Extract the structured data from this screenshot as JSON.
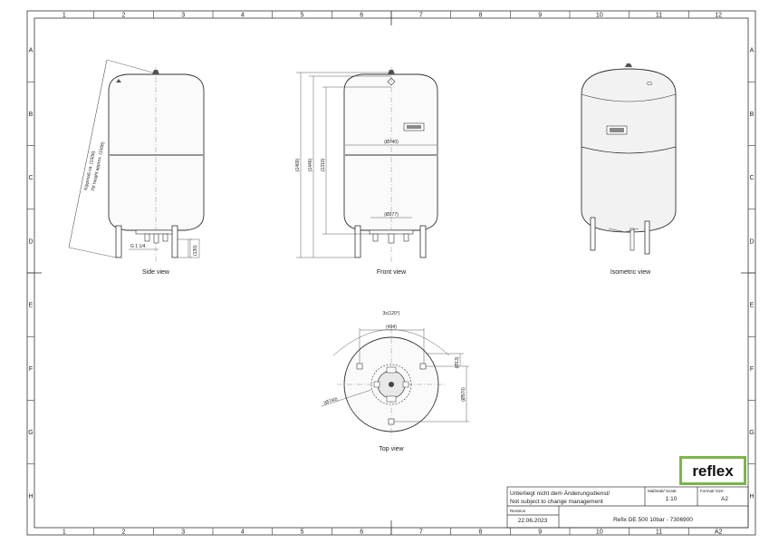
{
  "grid": {
    "columns": [
      "1",
      "2",
      "3",
      "4",
      "5",
      "6",
      "7",
      "8",
      "9",
      "10",
      "11",
      "12"
    ],
    "rows": [
      "A",
      "B",
      "C",
      "D",
      "E",
      "F",
      "G",
      "H"
    ],
    "bottom_right_code": "A2"
  },
  "views": {
    "side": {
      "label": "Side view",
      "tilt_de": "Kippmaß ca. (1506)",
      "tilt_en": "Tilt height approx. (1506)",
      "connection": "G 1 1/4",
      "foot_height": "(130)"
    },
    "front": {
      "label": "Front view",
      "height_total": "(1469)",
      "height_2": "(1446)",
      "height_3": "(1310)",
      "diameter": "(Ø740)",
      "bottom_diameter": "(Ø277)"
    },
    "isometric": {
      "label": "Isometric view"
    },
    "top": {
      "label": "Top view",
      "angle": "3x(120°)",
      "width": "(494)",
      "foot_offset": "(Ø13)",
      "depth": "(Ø570)",
      "diameter": "(Ø740)"
    }
  },
  "logo": {
    "text": "reflex",
    "color": "#7ab648"
  },
  "title_block": {
    "note_de": "Unterliegt nicht dem Änderungsdienst/",
    "note_en": "Not subject to change management",
    "scale_label": "Maßstab/ Scale:",
    "scale_value": "1:10",
    "format_label": "Format/ Size:",
    "format_value": "A2",
    "revision_label": "Revision",
    "revision_date": "22.06.2023",
    "product": "Refix DE 500 10bar - 7306900"
  }
}
